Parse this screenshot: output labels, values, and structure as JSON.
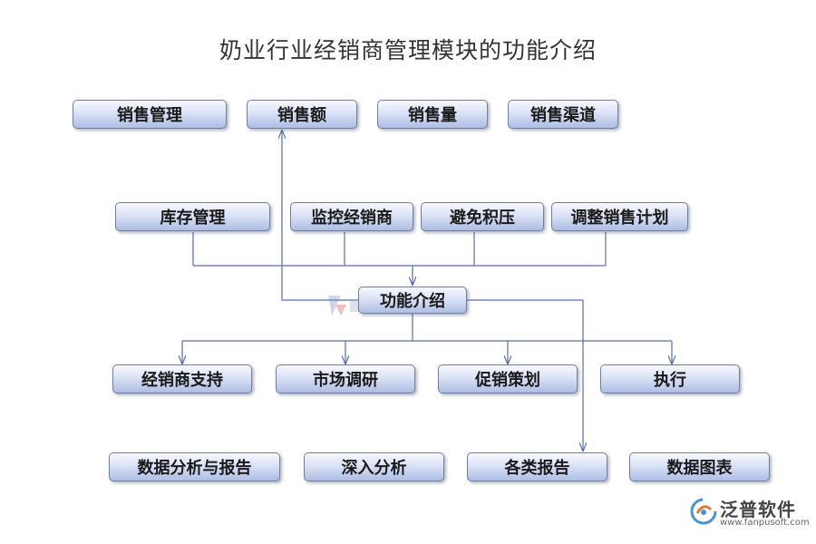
{
  "title": "奶业行业经销商管理模块的功能介绍",
  "center": "功能介绍",
  "row1": [
    "销售管理",
    "销售额",
    "销售量",
    "销售渠道"
  ],
  "row2": [
    "库存管理",
    "监控经销商",
    "避免积压",
    "调整销售计划"
  ],
  "row3": [
    "经销商支持",
    "市场调研",
    "促销策划",
    "执行"
  ],
  "row4": [
    "数据分析与报告",
    "深入分析",
    "各类报告",
    "数据图表"
  ],
  "brand": {
    "name": "泛普软件",
    "url": "www.fanpusoft.com",
    "accent": "#4a90d9"
  },
  "colors": {
    "line": "#5b6fa8",
    "node_border": "#6f7f9c",
    "node_fill": "#c7d2ee"
  }
}
